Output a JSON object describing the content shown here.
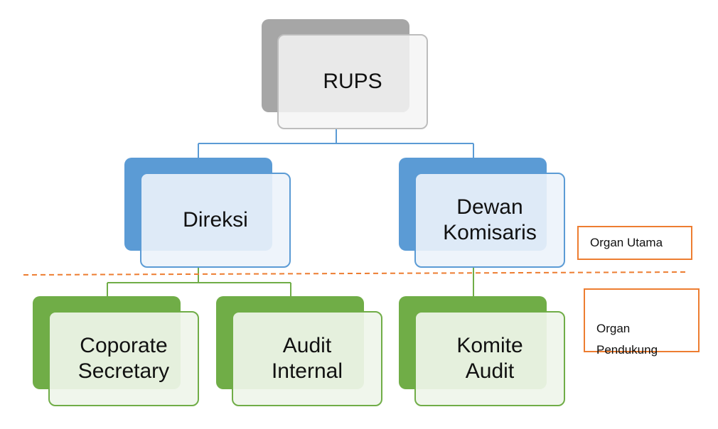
{
  "nodes": {
    "rups": "RUPS",
    "direksi": "Direksi",
    "dewan_komisaris": "Dewan\nKomisaris",
    "corporate_secretary": "Coporate\nSecretary",
    "audit_internal": "Audit\nInternal",
    "komite_audit": "Komite\nAudit"
  },
  "legend": {
    "organ_utama": "Organ Utama",
    "organ_pendukung": "Organ\nPendukung"
  },
  "colors": {
    "top_level": "#a6a6a6",
    "main_organ": "#5b9bd5",
    "supporting_organ": "#70ad47",
    "divider": "#ed7d31"
  }
}
